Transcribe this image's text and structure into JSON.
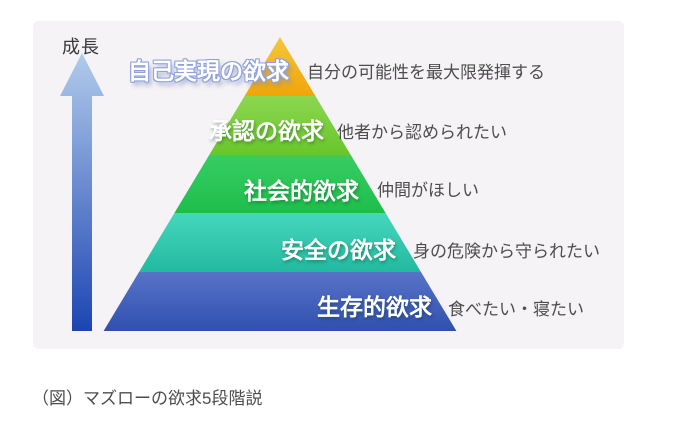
{
  "growth": {
    "label": "成長"
  },
  "caption": "（図）マズローの欲求5段階説",
  "colors": {
    "panel_background": "#f5f3f5",
    "arrow_top": "#b2cbeb",
    "arrow_bottom": "#1c45b2",
    "description_text": "#4d4d4d",
    "label_text": "#ffffff",
    "top_label_outline": "#8fa2dc"
  },
  "pyramid": {
    "levels": [
      {
        "label": "自己実現の欲求",
        "description": "自分の可能性を最大限発揮する",
        "color_top": "#f3c83c",
        "color_bottom": "#f0a508"
      },
      {
        "label": "承認の欲求",
        "description": "他者から認められたい",
        "color_top": "#8cd650",
        "color_bottom": "#69c62c"
      },
      {
        "label": "社会的欲求",
        "description": "仲間がほしい",
        "color_top": "#37cd64",
        "color_bottom": "#1ebe4b"
      },
      {
        "label": "安全の欲求",
        "description": "身の危険から守られたい",
        "color_top": "#46d7be",
        "color_bottom": "#23b9a0"
      },
      {
        "label": "生存的欲求",
        "description": "食べたい・寝たい",
        "color_top": "#5873c8",
        "color_bottom": "#3050af"
      }
    ]
  }
}
